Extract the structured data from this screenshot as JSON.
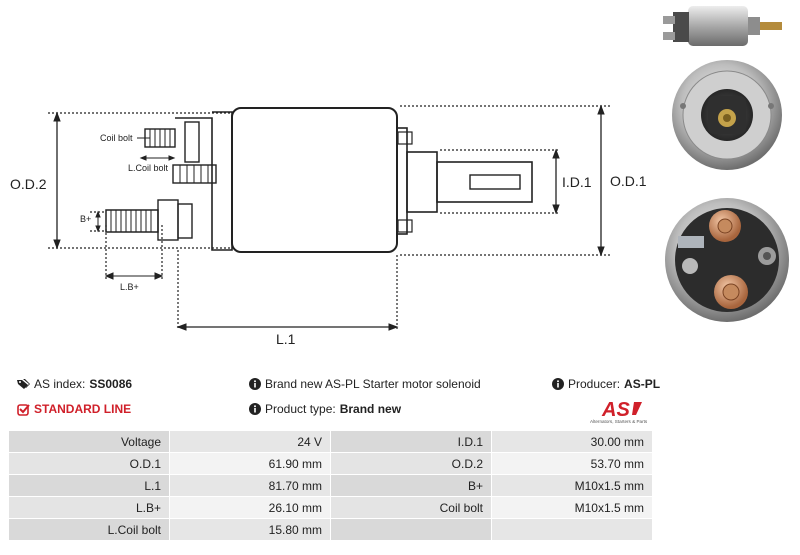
{
  "diagram": {
    "labels": {
      "od2": "O.D.2",
      "od1": "O.D.1",
      "id1": "I.D.1",
      "l1": "L.1",
      "lb": "L.B+",
      "bplus": "B+",
      "coil_bolt": "Coil bolt",
      "l_coil_bolt": "L.Coil bolt"
    }
  },
  "info": {
    "as_index_label": "AS index:",
    "as_index_value": "SS0086",
    "standard_line": "STANDARD LINE",
    "brand_text": "Brand new AS-PL Starter motor solenoid",
    "product_type_label": "Product type:",
    "product_type_value": "Brand new",
    "producer_label": "Producer:",
    "producer_value": "AS-PL"
  },
  "logo": {
    "mark": "AS",
    "tagline": "Alternators, Starters & Parts",
    "color": "#d0202a"
  },
  "specs": [
    {
      "l1": "Voltage",
      "v1": "24 V",
      "l2": "I.D.1",
      "v2": "30.00 mm"
    },
    {
      "l1": "O.D.1",
      "v1": "61.90 mm",
      "l2": "O.D.2",
      "v2": "53.70 mm"
    },
    {
      "l1": "L.1",
      "v1": "81.70 mm",
      "l2": "B+",
      "v2": "M10x1.5 mm"
    },
    {
      "l1": "L.B+",
      "v1": "26.10 mm",
      "l2": "Coil bolt",
      "v2": "M10x1.5 mm"
    },
    {
      "l1": "L.Coil bolt",
      "v1": "15.80 mm",
      "l2": "",
      "v2": ""
    }
  ]
}
